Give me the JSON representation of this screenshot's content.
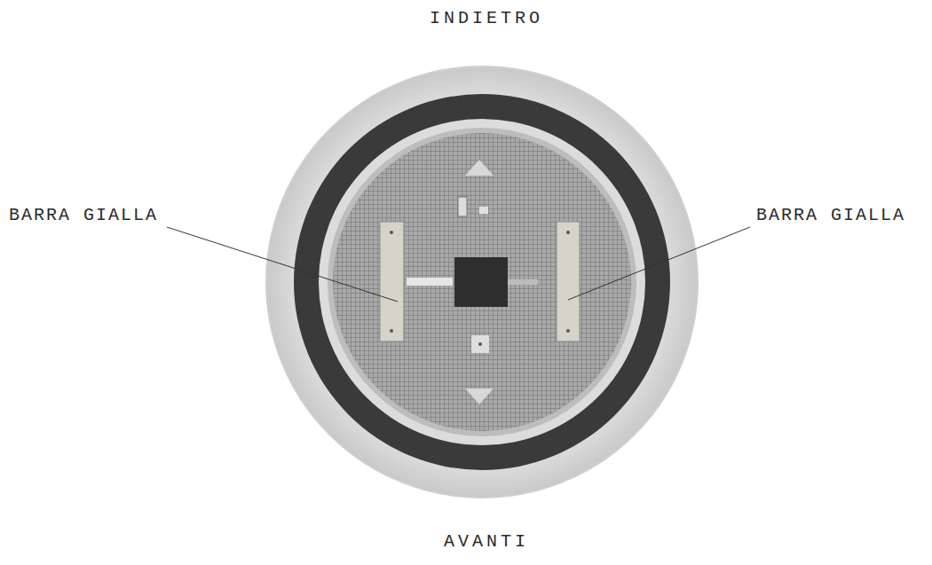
{
  "diagram": {
    "labels": [
      "INDIETRO",
      "BARRA GIALLA",
      "BARRA GIALLA",
      "AVANTI"
    ]
  }
}
